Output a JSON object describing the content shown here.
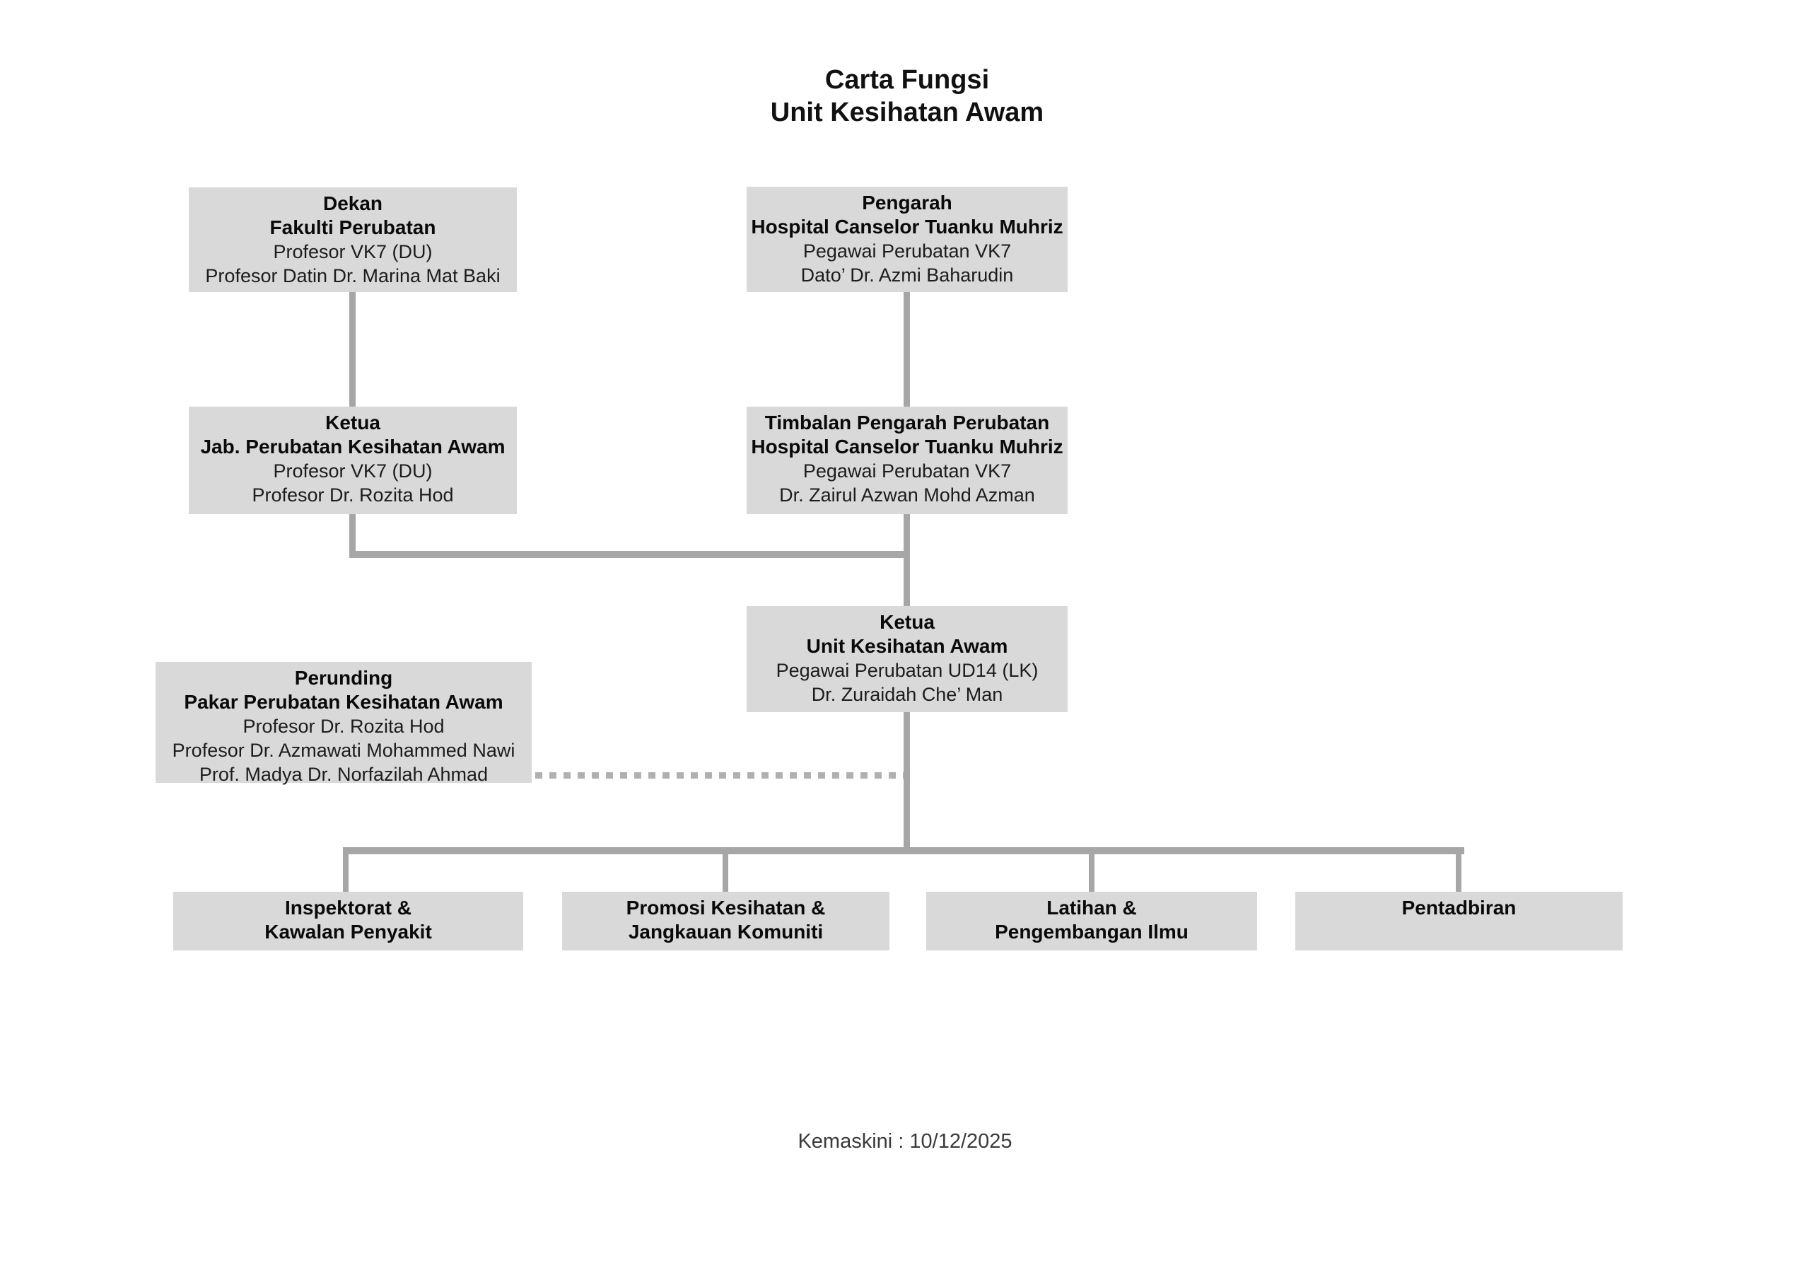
{
  "title": {
    "line1": "Carta Fungsi",
    "line2": "Unit Kesihatan Awam"
  },
  "nodes": {
    "dekan": {
      "role": "Dekan",
      "org": "Fakulti Perubatan",
      "grade": "Profesor VK7 (DU)",
      "holder": "Profesor Datin Dr. Marina Mat Baki"
    },
    "pengarah": {
      "role": "Pengarah",
      "org": "Hospital Canselor Tuanku Muhriz",
      "grade": "Pegawai Perubatan VK7",
      "holder": "Dato’ Dr. Azmi Baharudin"
    },
    "ketua_jabatan": {
      "role": "Ketua",
      "org": "Jab. Perubatan Kesihatan Awam",
      "grade": "Profesor VK7 (DU)",
      "holder": "Profesor Dr. Rozita Hod"
    },
    "timbalan_pengarah": {
      "role": "Timbalan Pengarah Perubatan",
      "org": "Hospital Canselor Tuanku Muhriz",
      "grade": "Pegawai Perubatan VK7",
      "holder": "Dr. Zairul Azwan Mohd Azman"
    },
    "ketua_unit": {
      "role": "Ketua",
      "org": "Unit Kesihatan Awam",
      "grade": "Pegawai Perubatan UD14 (LK)",
      "holder": "Dr. Zuraidah Che’ Man"
    },
    "perunding": {
      "role": "Perunding",
      "org": "Pakar Perubatan Kesihatan Awam",
      "members": [
        "Profesor Dr. Rozita Hod",
        "Profesor Dr. Azmawati Mohammed Nawi",
        "Prof. Madya Dr. Norfazilah Ahmad"
      ]
    }
  },
  "units": [
    {
      "line1": "Inspektorat &",
      "line2": "Kawalan Penyakit"
    },
    {
      "line1": "Promosi Kesihatan &",
      "line2": "Jangkauan Komuniti"
    },
    {
      "line1": "Latihan &",
      "line2": "Pengembangan Ilmu"
    },
    {
      "line1": "Pentadbiran",
      "line2": ""
    }
  ],
  "footer": {
    "updated": "Kemaskini : 10/12/2025"
  },
  "colors": {
    "box_fill": "#d9d9d9",
    "connector": "#a6a6a6",
    "dotted_connector": "#b0b0b0",
    "background": "#ffffff",
    "text": "#1c1c1c"
  }
}
